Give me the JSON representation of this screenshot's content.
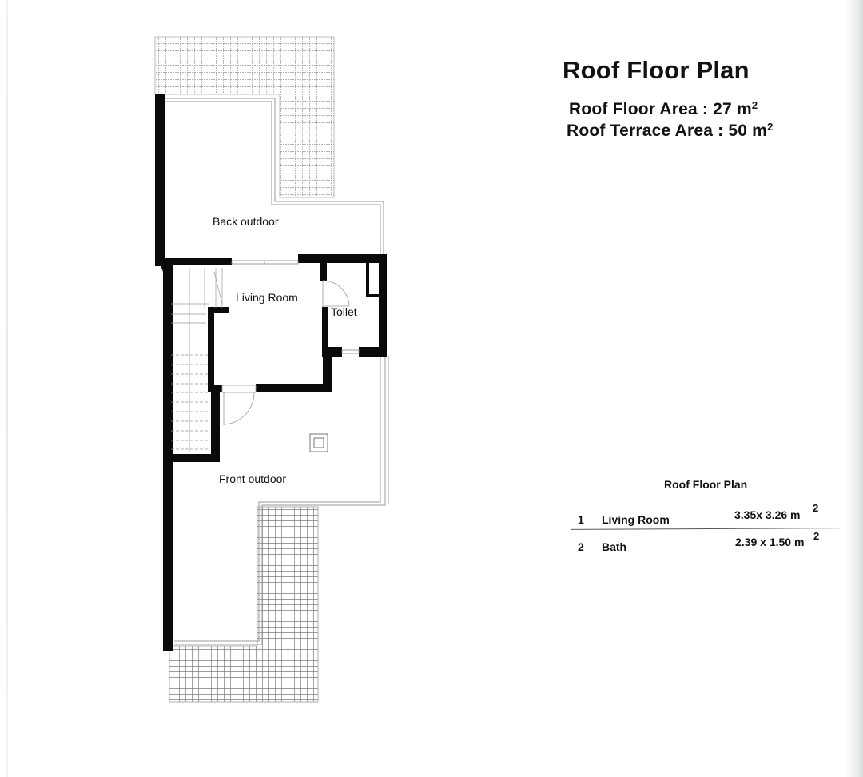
{
  "header": {
    "title": "Roof Floor Plan",
    "areas": [
      {
        "label": "Roof Floor Area",
        "separator": ":",
        "value": "27",
        "unit": "m",
        "unit_sup": "2"
      },
      {
        "label": "Roof Terrace Area",
        "separator": ":",
        "value": "50",
        "unit": "m",
        "unit_sup": "2"
      }
    ],
    "area_lines": [
      "Roof Floor Area : 27 m",
      "Roof Terrace Area : 50 m"
    ]
  },
  "plan": {
    "rooms": [
      {
        "id": "back-outdoor",
        "label": "Back outdoor"
      },
      {
        "id": "living-room",
        "label": "Living Room"
      },
      {
        "id": "toilet",
        "label": "Toilet"
      },
      {
        "id": "front-outdoor",
        "label": "Front outdoor"
      }
    ],
    "colors": {
      "wall": "#0a0a0a",
      "hatch": "#8a8a8a",
      "outline": "#9a9a9a",
      "paper": "#ffffff"
    }
  },
  "schedule": {
    "title": "Roof Floor Plan",
    "rows": [
      {
        "num": "1",
        "room": "Living Room",
        "dimensions": "3.35x 3.26 m",
        "sup": "2"
      },
      {
        "num": "2",
        "room": "Bath",
        "dimensions": "2.39 x 1.50 m",
        "sup": "2"
      }
    ]
  }
}
